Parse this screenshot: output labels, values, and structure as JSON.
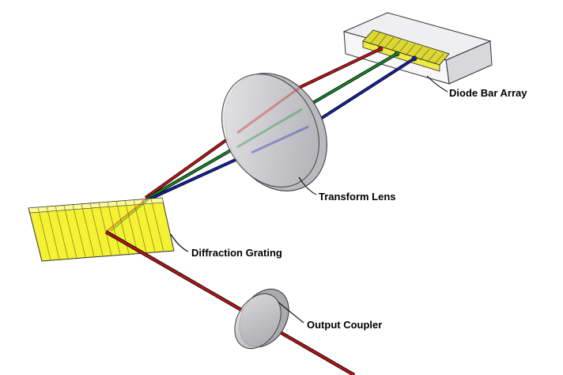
{
  "labels": {
    "diode_bar_array": "Diode Bar Array",
    "transform_lens": "Transform Lens",
    "diffraction_grating": "Diffraction Grating",
    "output_coupler": "Output Coupler"
  },
  "colors": {
    "beam_red": "#cc1111",
    "beam_green": "#128a2a",
    "beam_blue": "#1020b0",
    "grating_yellow": "#f4f232",
    "diode_bar_yellow": "#e8e23a",
    "lens_gray": "#cfcfd3",
    "housing_gray": "#e7e7e9"
  }
}
